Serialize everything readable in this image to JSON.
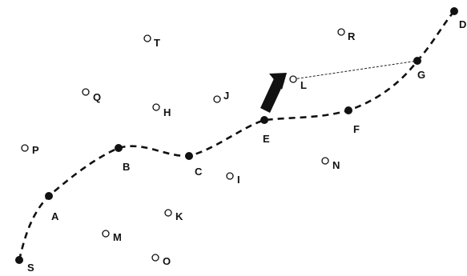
{
  "diagram": {
    "route_waypoints": [
      {
        "id": "S",
        "label": "S"
      },
      {
        "id": "A",
        "label": "A"
      },
      {
        "id": "B",
        "label": "B"
      },
      {
        "id": "C",
        "label": "C"
      },
      {
        "id": "E",
        "label": "E"
      },
      {
        "id": "F",
        "label": "F"
      },
      {
        "id": "G",
        "label": "G"
      },
      {
        "id": "D",
        "label": "D"
      }
    ],
    "candidate_points": [
      {
        "id": "T",
        "label": "T"
      },
      {
        "id": "R",
        "label": "R"
      },
      {
        "id": "Q",
        "label": "Q"
      },
      {
        "id": "H",
        "label": "H"
      },
      {
        "id": "J",
        "label": "J"
      },
      {
        "id": "L",
        "label": "L"
      },
      {
        "id": "P",
        "label": "P"
      },
      {
        "id": "N",
        "label": "N"
      },
      {
        "id": "I",
        "label": "I"
      },
      {
        "id": "K",
        "label": "K"
      },
      {
        "id": "M",
        "label": "M"
      },
      {
        "id": "O",
        "label": "O"
      }
    ],
    "colors": {
      "ink": "#111111",
      "background": "#ffffff"
    },
    "icons": {
      "direction_marker": "arrow-icon"
    }
  }
}
